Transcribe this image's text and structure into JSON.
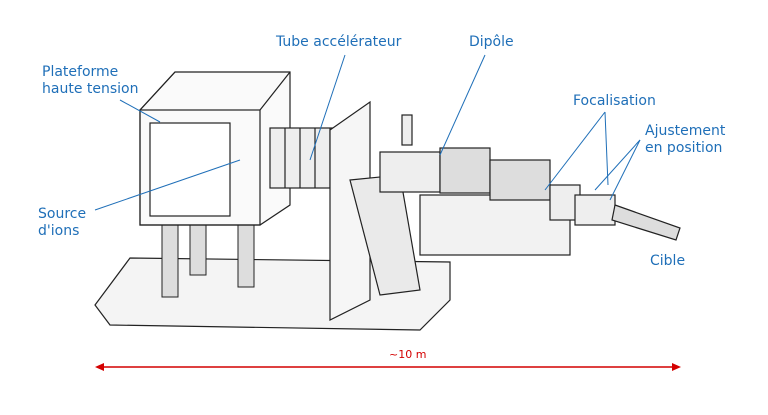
{
  "labels": {
    "platform": [
      "Plateforme",
      "haute tension"
    ],
    "tube": "Tube accélérateur",
    "dipole": "Dipôle",
    "focalisation": "Focalisation",
    "ajustement": [
      "Ajustement",
      "en position"
    ],
    "source": [
      "Source",
      "d'ions"
    ],
    "cible": "Cible"
  },
  "scale": {
    "label": "~10 m"
  },
  "colors": {
    "label": "#1f6fb8",
    "scale": "#d40000",
    "line": "#222222"
  }
}
